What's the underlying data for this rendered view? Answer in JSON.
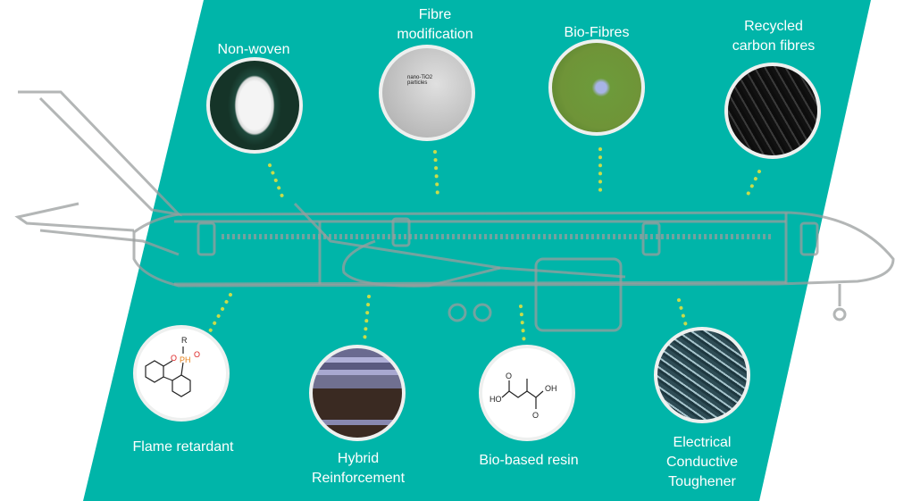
{
  "colors": {
    "background": "#00b5a9",
    "plane": "#8a8f8e",
    "dots": "#c9dc4a",
    "label": "#ffffff"
  },
  "top_items": [
    {
      "name": "non-woven",
      "lines": [
        "Non-woven"
      ]
    },
    {
      "name": "fibre-modification",
      "lines": [
        "Fibre",
        "modification"
      ],
      "image_text": "nano-TiO2 particles"
    },
    {
      "name": "bio-fibres",
      "lines": [
        "Bio-Fibres"
      ]
    },
    {
      "name": "recycled-carbon-fibres",
      "lines": [
        "Recycled",
        "carbon fibres"
      ]
    }
  ],
  "bottom_items": [
    {
      "name": "flame-retardant",
      "lines": [
        "Flame retardant"
      ],
      "image_text": [
        "R",
        "O",
        "O",
        "PH"
      ]
    },
    {
      "name": "hybrid-reinforcement",
      "lines": [
        "Hybrid",
        "Reinforcement"
      ]
    },
    {
      "name": "bio-based-resin",
      "lines": [
        "Bio-based resin"
      ],
      "image_text": [
        "O",
        "HO",
        "OH",
        "O"
      ]
    },
    {
      "name": "electrical-conductive-toughener",
      "lines": [
        "Electrical",
        "Conductive",
        "Toughener"
      ]
    }
  ]
}
